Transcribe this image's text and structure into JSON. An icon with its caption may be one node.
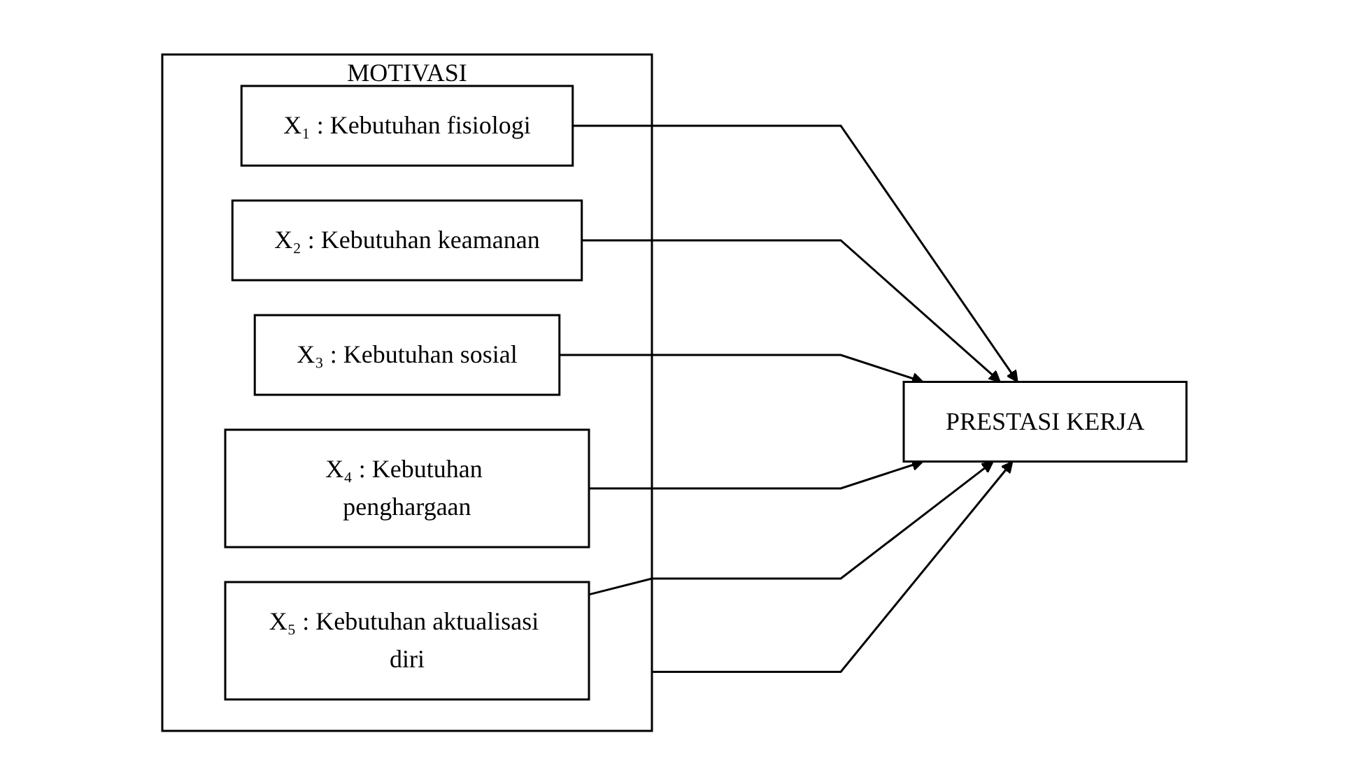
{
  "diagram": {
    "nodes": [
      {
        "text": [
          "MOTIVASI"
        ]
      },
      {
        "text": [
          "X₁ : Kebutuhan fisiologi"
        ],
        "in": 0
      },
      {
        "text": [
          "X₂ : Kebutuhan keamanan"
        ],
        "in": 0
      },
      {
        "text": [
          "X₃ : Kebutuhan sosial"
        ],
        "in": 0
      },
      {
        "text": [
          "X₄ : Kebutuhan penghargaan"
        ],
        "in": 0
      },
      {
        "text": [
          "X₅ : Kebutuhan aktualisasi diri"
        ],
        "in": 0
      },
      {
        "text": [
          "PRESTASI KERJA"
        ]
      }
    ],
    "edges": [
      {
        "from": 1,
        "to": 6,
        "arrow": "to"
      },
      {
        "from": 2,
        "to": 6,
        "arrow": "to"
      },
      {
        "from": 3,
        "to": 6,
        "arrow": "to"
      },
      {
        "from": 4,
        "to": 6,
        "arrow": "to"
      },
      {
        "from": 5,
        "to": 6,
        "arrow": "to"
      },
      {
        "from": 0,
        "to": 6,
        "arrow": "to"
      }
    ]
  }
}
